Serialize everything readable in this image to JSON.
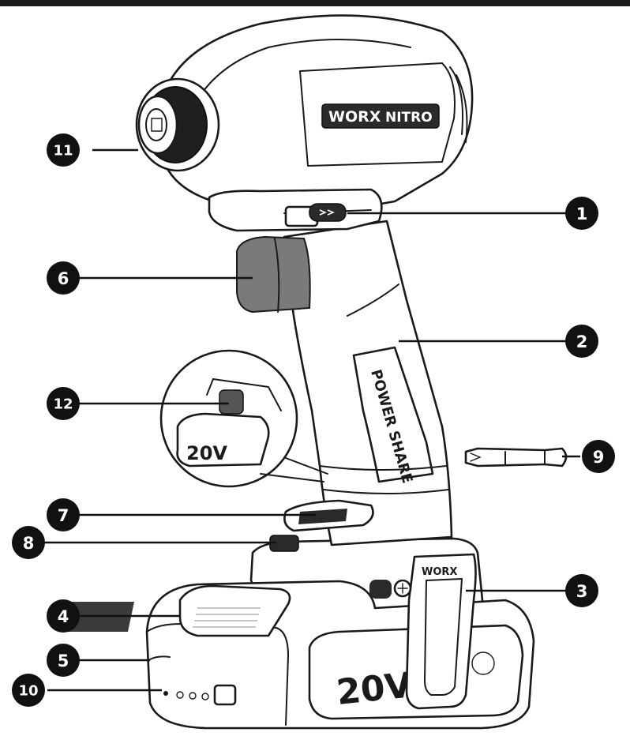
{
  "brand": {
    "logo_text": "WORX",
    "series_text": "NITRO",
    "grip_text": "POWER SHARE",
    "battery_voltage": "20V",
    "detail_battery_voltage": "20V"
  },
  "callouts": [
    {
      "number": "1"
    },
    {
      "number": "2"
    },
    {
      "number": "3"
    },
    {
      "number": "4"
    },
    {
      "number": "5"
    },
    {
      "number": "6"
    },
    {
      "number": "7"
    },
    {
      "number": "8"
    },
    {
      "number": "9"
    },
    {
      "number": "10"
    },
    {
      "number": "11"
    },
    {
      "number": "12"
    }
  ],
  "colors": {
    "outline": "#1a1a1a",
    "trigger_gray": "#7a7a7a",
    "callout_fill": "#111111"
  }
}
